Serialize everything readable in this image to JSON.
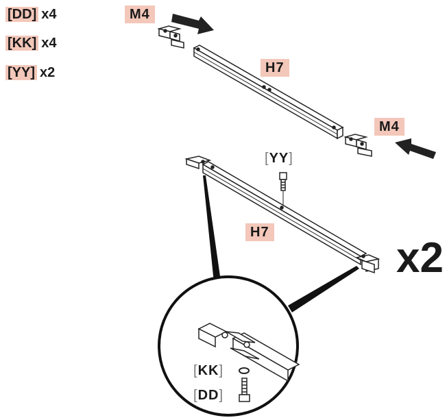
{
  "parts_list": [
    {
      "code": "DD",
      "qty": "x4"
    },
    {
      "code": "KK",
      "qty": "x4"
    },
    {
      "code": "YY",
      "qty": "x2"
    }
  ],
  "labels": {
    "bracket_top": "M4",
    "bracket_right": "M4",
    "rail_top": "H7",
    "rail_bottom": "H7",
    "screw_callout": "YY",
    "washer_callout": "KK",
    "bolt_callout": "DD",
    "multiplier": "x2"
  }
}
